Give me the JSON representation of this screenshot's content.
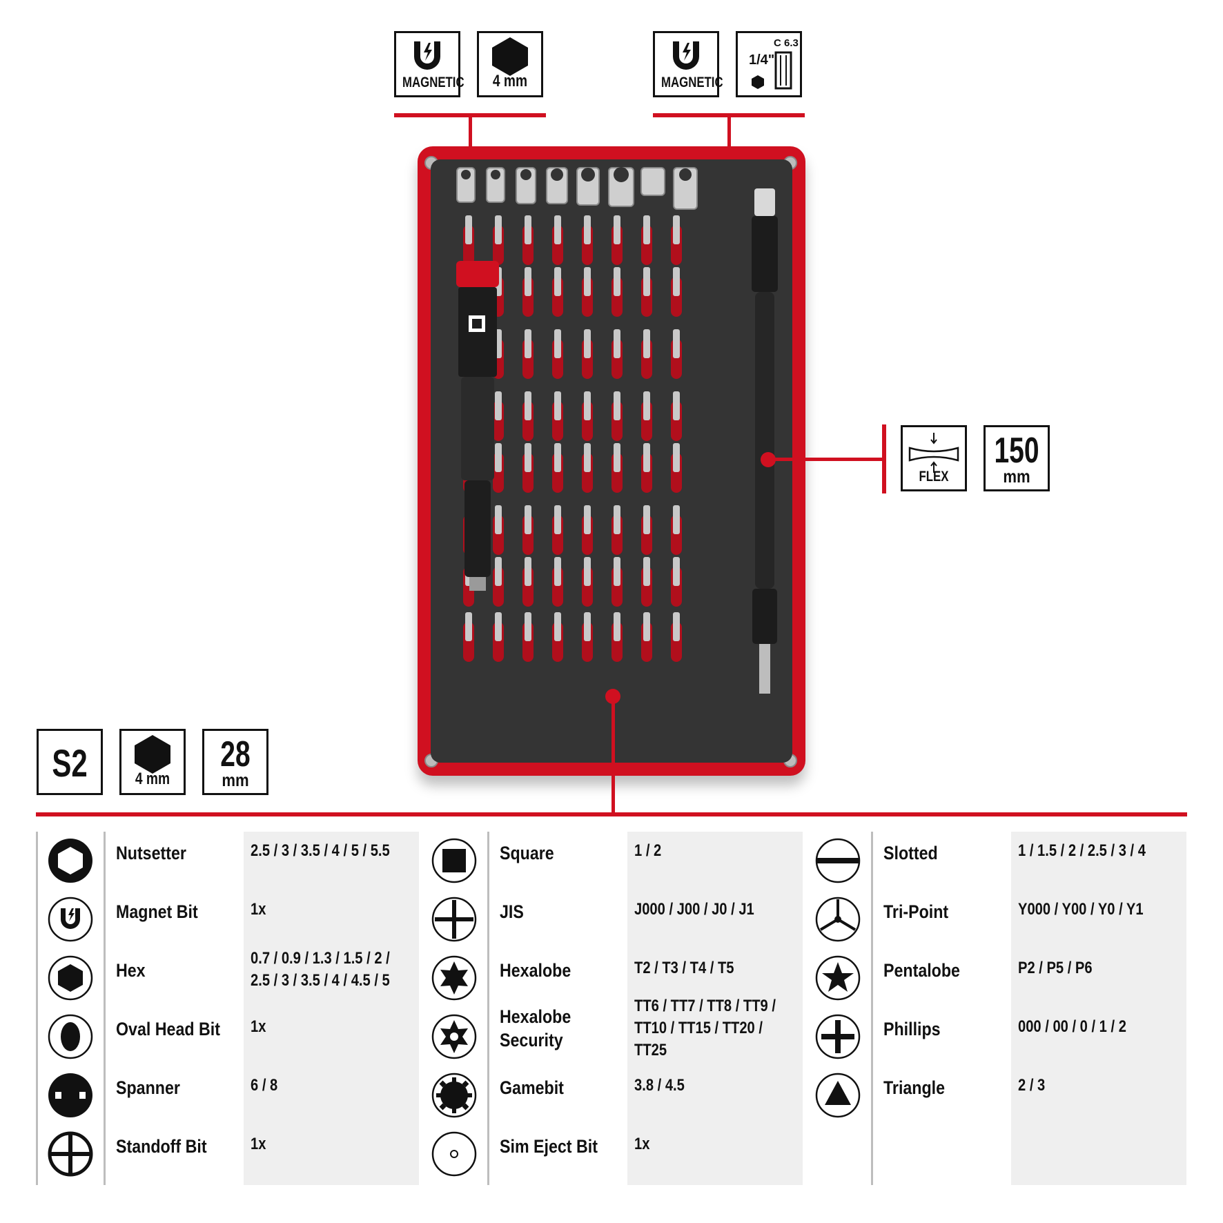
{
  "top_badges": {
    "left": {
      "magnetic_label": "MAGNETIC",
      "hex_label": "4 mm"
    },
    "right": {
      "magnetic_label": "MAGNETIC",
      "drive_top": "C 6.3",
      "drive_frac": "1/4\""
    }
  },
  "flex_badges": {
    "flex_label": "FLEX",
    "length_value": "150",
    "length_unit": "mm"
  },
  "bottom_badges": {
    "material": "S2",
    "hex_label": "4 mm",
    "length_value": "28",
    "length_unit": "mm"
  },
  "legend": {
    "columns": [
      {
        "rows": [
          {
            "icon": "hexagon-outline-icon",
            "name": "Nutsetter",
            "values": "2.5 / 3 / 3.5 / 4 / 5 / 5.5"
          },
          {
            "icon": "magnet-icon",
            "name": "Magnet Bit",
            "values": "1x"
          },
          {
            "icon": "hexagon-filled-icon",
            "name": "Hex",
            "values": "0.7 / 0.9 / 1.3 / 1.5 / 2 /\n2.5 / 3 / 3.5 / 4 / 4.5 / 5"
          },
          {
            "icon": "oval-icon",
            "name": "Oval Head Bit",
            "values": "1x"
          },
          {
            "icon": "spanner-icon",
            "name": "Spanner",
            "values": "6 / 8"
          },
          {
            "icon": "standoff-icon",
            "name": "Standoff Bit",
            "values": "1x"
          }
        ]
      },
      {
        "rows": [
          {
            "icon": "square-icon",
            "name": "Square",
            "values": "1 / 2"
          },
          {
            "icon": "cross-icon",
            "name": "JIS",
            "values": "J000 / J00 / J0 / J1"
          },
          {
            "icon": "hexalobe-icon",
            "name": "Hexalobe",
            "values": "T2 / T3 / T4 / T5"
          },
          {
            "icon": "hexalobe-security-icon",
            "name": "Hexalobe\nSecurity",
            "values": "TT6 / TT7 / TT8 / TT9 /\nTT10 / TT15 / TT20 /\nTT25"
          },
          {
            "icon": "gamebit-icon",
            "name": "Gamebit",
            "values": "3.8 / 4.5"
          },
          {
            "icon": "sim-eject-icon",
            "name": "Sim Eject Bit",
            "values": "1x"
          }
        ]
      },
      {
        "rows": [
          {
            "icon": "slotted-icon",
            "name": "Slotted",
            "values": "1 / 1.5 / 2 / 2.5 / 3 / 4"
          },
          {
            "icon": "tri-point-icon",
            "name": "Tri-Point",
            "values": "Y000 / Y00 / Y0 / Y1"
          },
          {
            "icon": "pentalobe-icon",
            "name": "Pentalobe",
            "values": "P2 / P5 / P6"
          },
          {
            "icon": "phillips-icon",
            "name": "Phillips",
            "values": "000 / 00 / 0 / 1 / 2"
          },
          {
            "icon": "triangle-icon",
            "name": "Triangle",
            "values": "2 / 3"
          }
        ]
      }
    ]
  },
  "colors": {
    "accent": "#d01020",
    "tray": "#343434",
    "text": "#111111",
    "value_bg": "#efefef"
  }
}
